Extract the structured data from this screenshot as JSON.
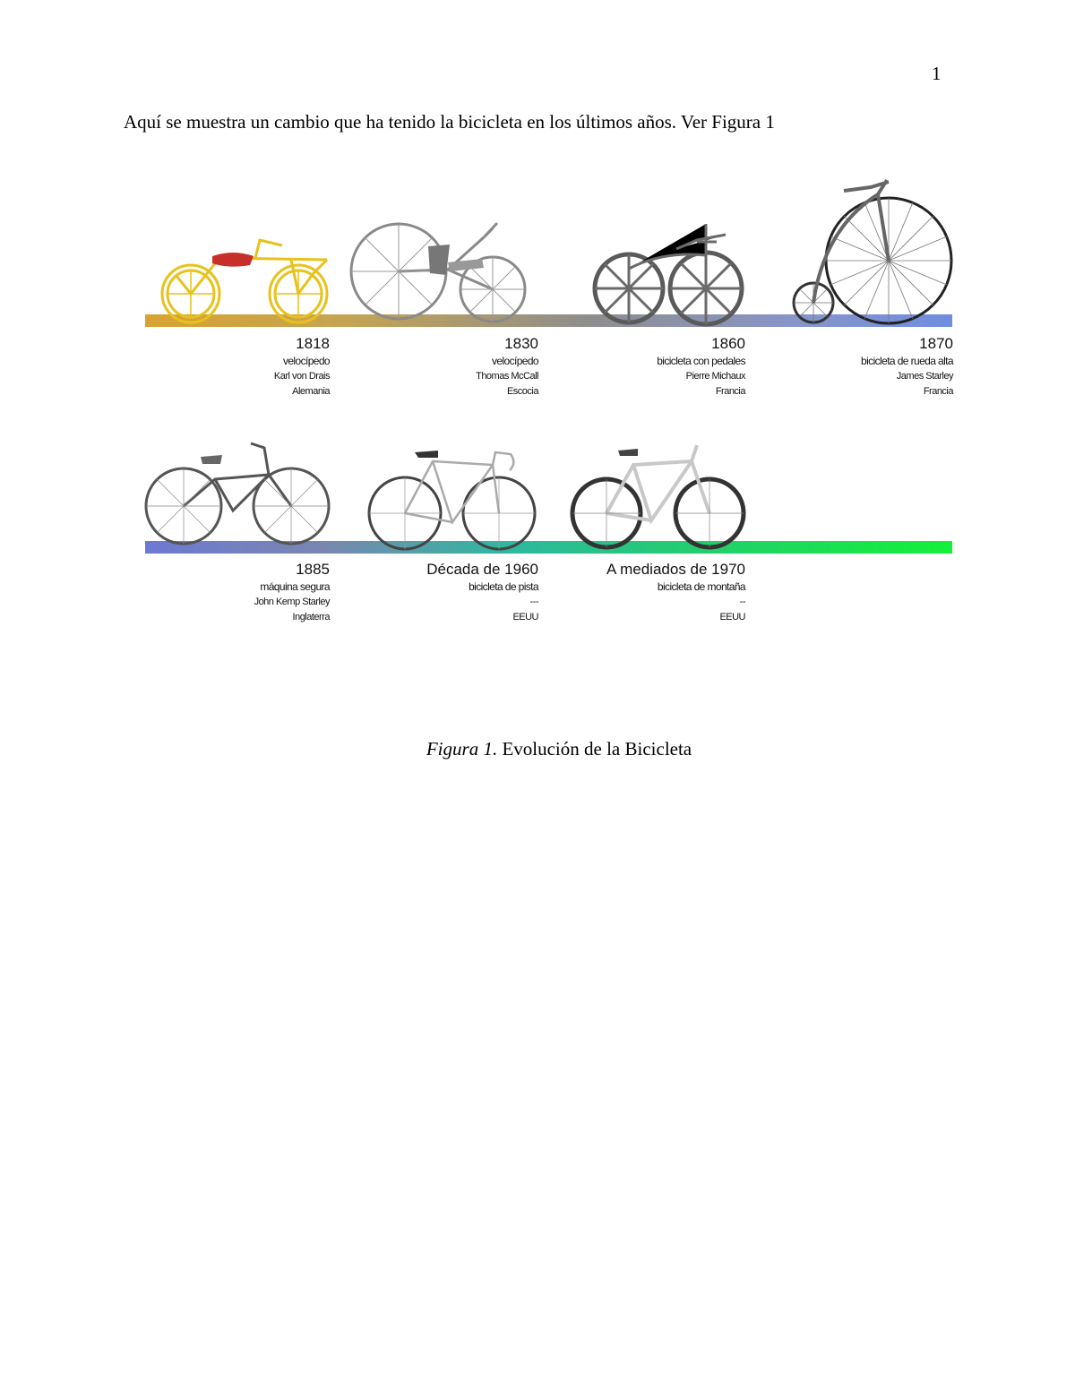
{
  "page_number": "1",
  "intro_text": "Aquí se muestra un cambio que ha tenido la bicicleta en los últimos años. Ver Figura 1",
  "caption": {
    "label": "Figura 1.",
    "text": " Evolución de la Bicicleta"
  },
  "timeline": [
    {
      "year": "1818",
      "name": "velocípedo",
      "inventor": "Karl von Drais",
      "country": "Alemania"
    },
    {
      "year": "1830",
      "name": "velocípedo",
      "inventor": "Thomas McCall",
      "country": "Escocia"
    },
    {
      "year": "1860",
      "name": "bicicleta con pedales",
      "inventor": "Pierre Michaux",
      "country": "Francia"
    },
    {
      "year": "1870",
      "name": "bicicleta de rueda alta",
      "inventor": "James Starley",
      "country": "Francia"
    },
    {
      "year": "1885",
      "name": "máquina segura",
      "inventor": "John Kemp Starley",
      "country": "Inglaterra"
    },
    {
      "year": "Década de 1960",
      "name": "bicicleta de pista",
      "inventor": "---",
      "country": "EEUU"
    },
    {
      "year": "A mediados de 1970",
      "name": "bicicleta de montaña",
      "inventor": "--",
      "country": "EEUU"
    }
  ],
  "colors": {
    "draisine": "#e8c21a",
    "saddle_red": "#c7302a",
    "gray_bike": "#8a8a8a",
    "dark_bike": "#555555"
  }
}
